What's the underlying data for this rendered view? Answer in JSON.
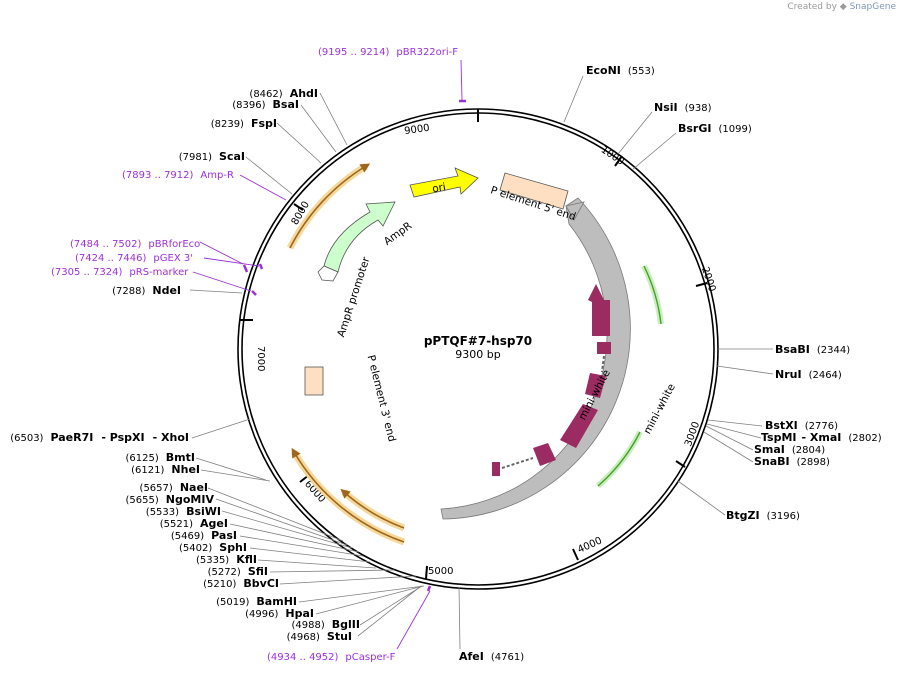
{
  "credit": {
    "prefix": "Created by",
    "brand": "SnapGene"
  },
  "plasmid": {
    "name": "pPTQF#7-hsp70",
    "length": 9300,
    "length_label": "9300 bp"
  },
  "ticks": [
    "9000",
    "1000",
    "2000",
    "3000",
    "4000",
    "5000",
    "6000",
    "7000",
    "8000"
  ],
  "sites": [
    {
      "name": "EcoNI",
      "pos": "(553)"
    },
    {
      "name": "NsiI",
      "pos": "(938)"
    },
    {
      "name": "BsrGI",
      "pos": "(1099)"
    },
    {
      "name": "BsaBI",
      "pos": "(2344)"
    },
    {
      "name": "NruI",
      "pos": "(2464)"
    },
    {
      "name": "BstXI",
      "pos": "(2776)"
    },
    {
      "name": "TspMI",
      "pos": "(2802)"
    },
    {
      "name": "XmaI",
      "pos": ""
    },
    {
      "name": "SmaI",
      "pos": "(2804)"
    },
    {
      "name": "SnaBI",
      "pos": "(2898)"
    },
    {
      "name": "BtgZI",
      "pos": "(3196)"
    },
    {
      "name": "AfeI",
      "pos": "(4761)"
    },
    {
      "name": "StuI",
      "pos": "(4968)"
    },
    {
      "name": "BglII",
      "pos": "(4988)"
    },
    {
      "name": "HpaI",
      "pos": "(4996)"
    },
    {
      "name": "BamHI",
      "pos": "(5019)"
    },
    {
      "name": "BbvCI",
      "pos": "(5210)"
    },
    {
      "name": "SfiI",
      "pos": "(5272)"
    },
    {
      "name": "KflI",
      "pos": "(5335)"
    },
    {
      "name": "SphI",
      "pos": "(5402)"
    },
    {
      "name": "PasI",
      "pos": "(5469)"
    },
    {
      "name": "AgeI",
      "pos": "(5521)"
    },
    {
      "name": "BsiWI",
      "pos": "(5533)"
    },
    {
      "name": "NgoMIV",
      "pos": "(5655)"
    },
    {
      "name": "NaeI",
      "pos": "(5657)"
    },
    {
      "name": "NheI",
      "pos": "(6121)"
    },
    {
      "name": "BmtI",
      "pos": "(6125)"
    },
    {
      "name": "PaeR7I",
      "pos": "(6503)"
    },
    {
      "name": "PspXI",
      "pos": ""
    },
    {
      "name": "XhoI",
      "pos": ""
    },
    {
      "name": "NdeI",
      "pos": "(7288)"
    },
    {
      "name": "ScaI",
      "pos": "(7981)"
    },
    {
      "name": "FspI",
      "pos": "(8239)"
    },
    {
      "name": "BsaI",
      "pos": "(8396)"
    },
    {
      "name": "AhdI",
      "pos": "(8462)"
    }
  ],
  "primers": [
    {
      "range": "(9195 .. 9214)",
      "name": "pBR322ori-F"
    },
    {
      "range": "(7893 .. 7912)",
      "name": "Amp-R"
    },
    {
      "range": "(7484 .. 7502)",
      "name": "pBRforEco"
    },
    {
      "range": "(7424 .. 7446)",
      "name": "pGEX 3'"
    },
    {
      "range": "(7305 .. 7324)",
      "name": "pRS-marker"
    },
    {
      "range": "(4934 .. 4952)",
      "name": "pCasper-F"
    }
  ],
  "features": {
    "ori": "ori",
    "p5": "P element 5' end",
    "p3": "P element 3' end",
    "ampr": "AmpR",
    "amp_promoter": "AmpR promoter",
    "mini_white_outer": "mini-white",
    "mini_white_inner": "mini-white"
  },
  "colors": {
    "backbone": "#000000",
    "mini_white_gray": "#bdbdbd",
    "mini_white_exon": "#9a2c62",
    "ori": "#ffff00",
    "ampr": "#ccffcc",
    "p_element": "#ffdfc1",
    "primer": "#9b30d9",
    "orf_highlight": "#f5d99a",
    "orf_arrow": "#a0651c",
    "green_orf": "#66cc33"
  }
}
